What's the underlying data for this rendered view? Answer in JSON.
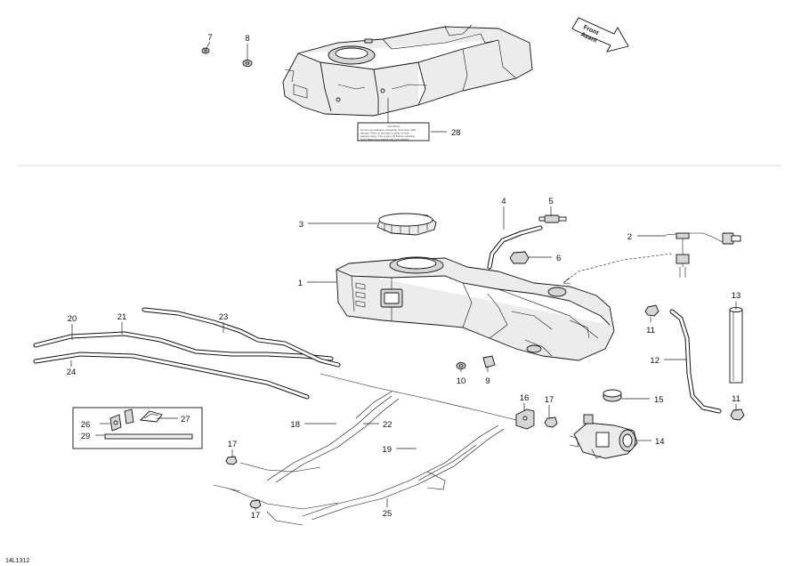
{
  "front_arrow": {
    "line1": "Front",
    "line2": "Avant"
  },
  "caution_label": {
    "heading": "CAUTION",
    "lines": [
      "Do not use gasoline containing more than 10%",
      "ethanol. Refer to operator's guide for fuel",
      "requirements. Turn engine off before refueling.",
      "Keep away from sparks and open flames."
    ]
  },
  "drawing_number": "14L1312",
  "callouts": [
    {
      "id": "7",
      "text": "7"
    },
    {
      "id": "8",
      "text": "8"
    },
    {
      "id": "28",
      "text": "28"
    },
    {
      "id": "1",
      "text": "1"
    },
    {
      "id": "2",
      "text": "2"
    },
    {
      "id": "3",
      "text": "3"
    },
    {
      "id": "4",
      "text": "4"
    },
    {
      "id": "5",
      "text": "5"
    },
    {
      "id": "6",
      "text": "6"
    },
    {
      "id": "9",
      "text": "9"
    },
    {
      "id": "10",
      "text": "10"
    },
    {
      "id": "11a",
      "text": "11"
    },
    {
      "id": "11b",
      "text": "11"
    },
    {
      "id": "12",
      "text": "12"
    },
    {
      "id": "13",
      "text": "13"
    },
    {
      "id": "14",
      "text": "14"
    },
    {
      "id": "15",
      "text": "15"
    },
    {
      "id": "16",
      "text": "16"
    },
    {
      "id": "17a",
      "text": "17"
    },
    {
      "id": "17b",
      "text": "17"
    },
    {
      "id": "17c",
      "text": "17"
    },
    {
      "id": "18",
      "text": "18"
    },
    {
      "id": "19",
      "text": "19"
    },
    {
      "id": "20",
      "text": "20"
    },
    {
      "id": "21",
      "text": "21"
    },
    {
      "id": "22",
      "text": "22"
    },
    {
      "id": "23",
      "text": "23"
    },
    {
      "id": "24",
      "text": "24"
    },
    {
      "id": "25",
      "text": "25"
    },
    {
      "id": "26",
      "text": "26"
    },
    {
      "id": "27",
      "text": "27"
    },
    {
      "id": "29",
      "text": "29"
    }
  ]
}
